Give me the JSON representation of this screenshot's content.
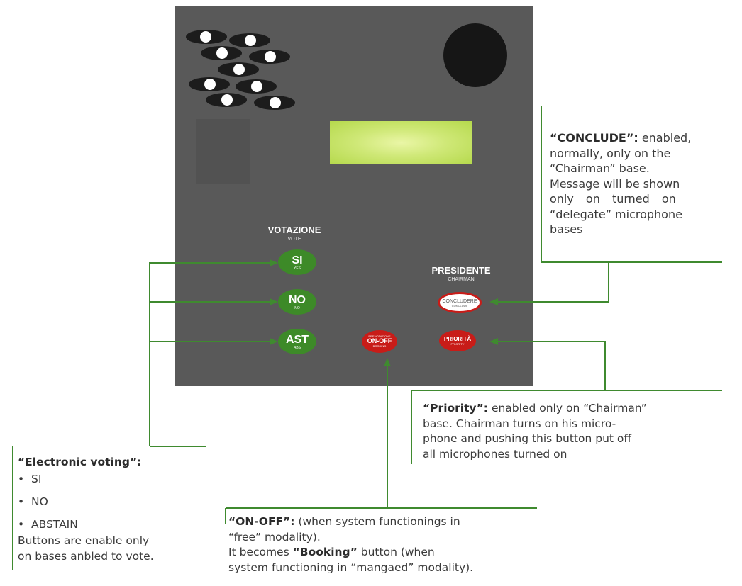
{
  "device": {
    "vote_title": "VOTAZIONE",
    "vote_subtitle": "VOTE",
    "chair_title": "PRESIDENTE",
    "chair_subtitle": "CHAIRMAN",
    "buttons": {
      "si": {
        "label": "SI",
        "sub": "YES",
        "color": "#3d8a28"
      },
      "no": {
        "label": "NO",
        "sub": "NO",
        "color": "#3d8a28"
      },
      "ast": {
        "label": "AST",
        "sub": "ABS",
        "color": "#3d8a28"
      },
      "onoff": {
        "top": "PRENOTAZIONE",
        "label": "ON-OFF",
        "sub": "BOOKING",
        "color": "#c81c18"
      },
      "priorita": {
        "label": "PRIORITÀ",
        "sub": "PRIORITY",
        "color": "#c81c18"
      },
      "concludere": {
        "label": "CONCLUDERE",
        "sub": "CONCLUDE",
        "color": "#c81c18"
      }
    }
  },
  "annotations": {
    "conclude": {
      "title": "“CONCLUDE”:",
      "line1_rest": " enabled,",
      "line2": "normally, only on the",
      "line3": "“Chairman” base.",
      "line4": "Message will be shown",
      "line5": "only on turned on",
      "line6": "“delegate” microphone",
      "line7": "bases"
    },
    "priority": {
      "title": "“Priority”:",
      "line1_rest": " enabled only on “Chairman”",
      "line2": "base. Chairman turns on his micro-",
      "line3": "phone and pushing this button  put off",
      "line4": "all microphones turned on"
    },
    "voting": {
      "title": "“Electronic voting”:",
      "items": [
        "SI",
        "NO",
        "ABSTAIN"
      ],
      "line1": "Buttons are enable only",
      "line2": "on bases anbled to vote."
    },
    "onoff": {
      "title": "“ON-OFF”:",
      "line1_rest": " (when system functionings in",
      "line2": "“free” modality).",
      "line3_a": "It becomes ",
      "line3_b": "“Booking”",
      "line3_c": " button (when",
      "line4": "system functioning in “mangaed” modality)."
    }
  },
  "colors": {
    "panel": "#595959",
    "connector": "#3f8a2f",
    "lcd": "#c7e36a"
  }
}
